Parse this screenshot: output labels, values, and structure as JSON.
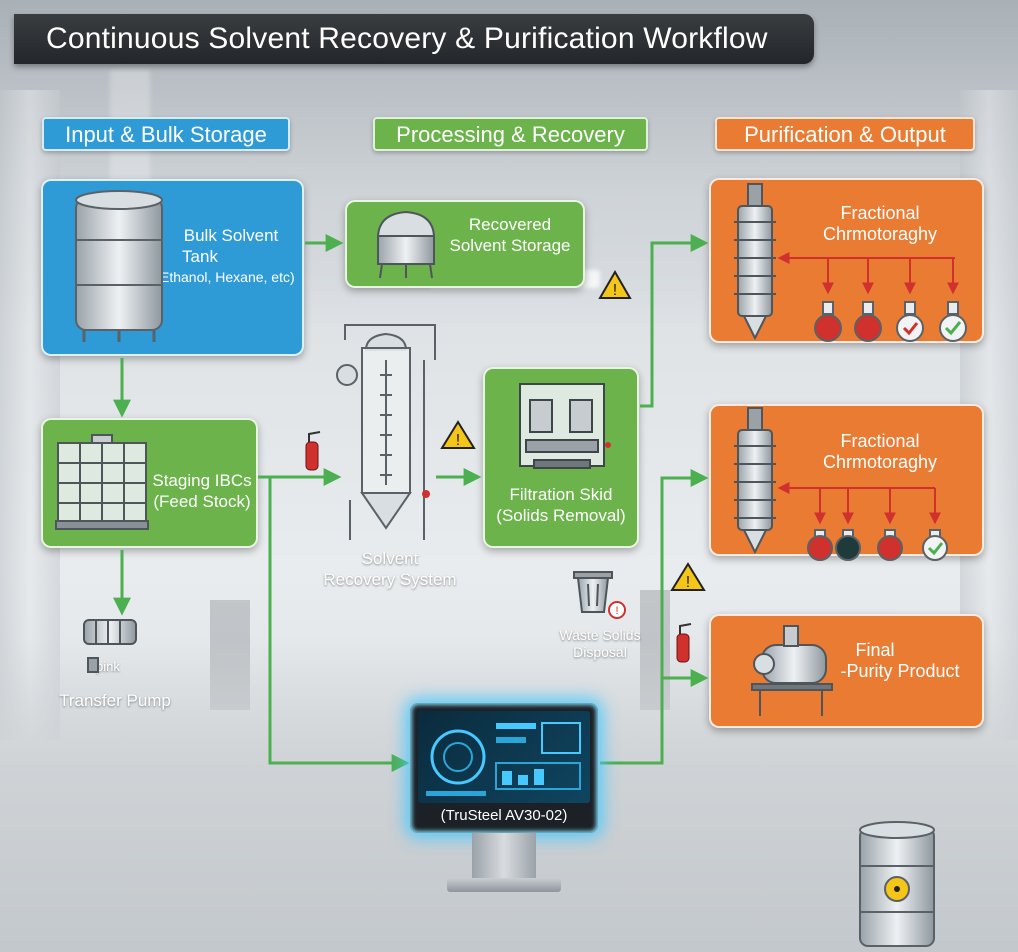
{
  "title": "Continuous Solvent Recovery & Purification Workflow",
  "headers": {
    "input": "Input & Bulk Storage",
    "processing": "Processing & Recovery",
    "purification": "Purification & Output"
  },
  "nodes": {
    "bulk_tank": {
      "line1": "Bulk Solvent",
      "line2": "Tank",
      "line3": "(Ethanol, Hexane, etc)"
    },
    "staging": {
      "line1": "Staging IBCs",
      "line2": "(Feed Stock)"
    },
    "pump": {
      "icon_text": "pink",
      "label": "Transfer Pump"
    },
    "recovered_storage": {
      "line1": "Recovered",
      "line2": "Solvent Storage"
    },
    "recovery_system": {
      "line1": "Solvent",
      "line2": "Recovery System"
    },
    "filtration": {
      "line1": "Filtration Skid",
      "line2": "(Solids Removal)"
    },
    "waste": {
      "line1": "Waste Solids",
      "line2": "Disposal"
    },
    "chromatography_1": {
      "line1": "Fractional",
      "line2": "Chrmotoraghy"
    },
    "chromatography_2": {
      "line1": "Fractional",
      "line2": "Chrmotoraghy"
    },
    "final_product": {
      "line1": "Final",
      "line2": "-Purity Product"
    },
    "controller": {
      "label": "(TruSteel AV30-02)"
    }
  },
  "colors": {
    "input": "#2e9bd6",
    "processing": "#6bb34a",
    "purification": "#e97b33",
    "flow_arrow": "#4caf50",
    "fraction_arrow": "#d0312d",
    "warning": "#f5c518"
  },
  "icons": [
    "drum-icon",
    "ibc-tote-icon",
    "pump-icon",
    "storage-tank-icon",
    "distillation-column-icon",
    "filter-press-icon",
    "chromatography-column-icon",
    "flask-icon",
    "warning-icon",
    "fire-extinguisher-icon",
    "trash-bin-icon",
    "monitor-icon",
    "radiation-drum-icon"
  ]
}
